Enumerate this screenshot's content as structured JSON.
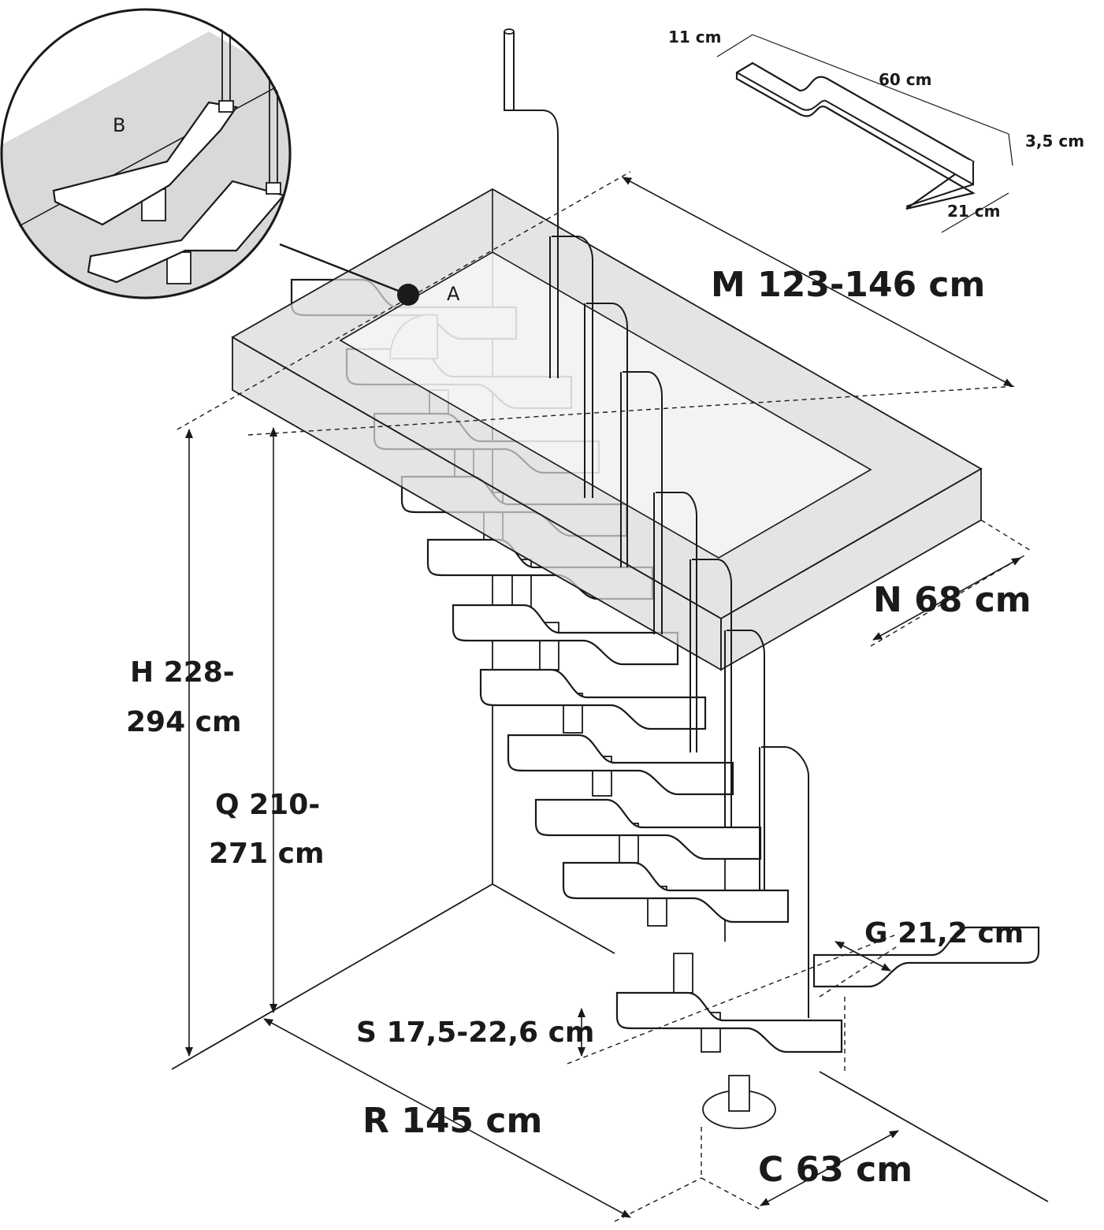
{
  "labels": {
    "m": "M 123-146 cm",
    "n": "N 68 cm",
    "h_line1": "H 228-",
    "h_line2": "294 cm",
    "q_line1": "Q 210-",
    "q_line2": "271 cm",
    "r": "R 145 cm",
    "c": "C 63 cm",
    "g": "G 21,2 cm",
    "s": "S 17,5-22,6 cm"
  },
  "tread_dims": {
    "width": "11 cm",
    "length": "60 cm",
    "thickness": "3,5 cm",
    "depth": "21 cm"
  },
  "markers": {
    "a": "A",
    "b": "B"
  }
}
